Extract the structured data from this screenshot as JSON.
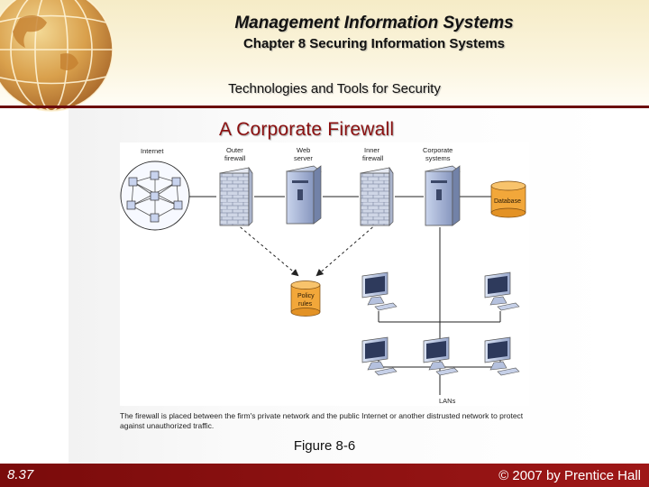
{
  "header": {
    "course_title": "Management Information Systems",
    "chapter": "Chapter 8 Securing Information Systems",
    "section": "Technologies and Tools for Security"
  },
  "slide": {
    "heading": "A Corporate Firewall"
  },
  "diagram": {
    "labels": {
      "internet": "Internet",
      "outer_firewall": [
        "Outer",
        "firewall"
      ],
      "web_server": [
        "Web",
        "server"
      ],
      "inner_firewall": [
        "Inner",
        "firewall"
      ],
      "corporate_systems": [
        "Corporate",
        "systems"
      ],
      "database": "Database",
      "policy_rules": [
        "Policy",
        "rules"
      ],
      "lans": "LANs"
    },
    "caption": "The firewall is placed between the firm's private network and the public Internet or another distrusted network to protect against unauthorized traffic."
  },
  "figure_label": "Figure 8-6",
  "footer": {
    "slide_number": "8.37",
    "copyright": "© 2007 by Prentice Hall"
  },
  "colors": {
    "footer": "#8b1111",
    "heading": "#8b1010",
    "database": "#f2a73a"
  }
}
